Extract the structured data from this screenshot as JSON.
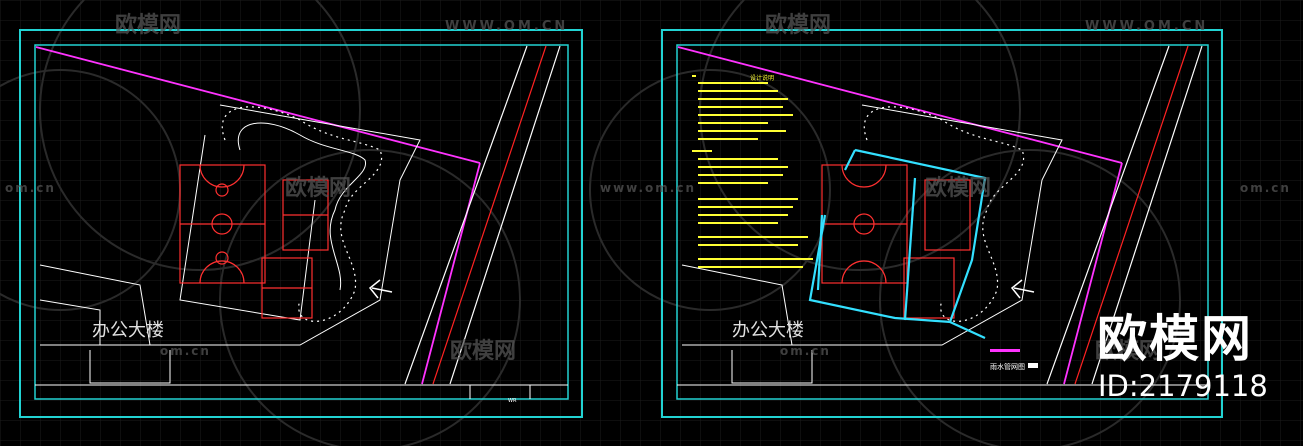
{
  "watermark": {
    "brand": "欧模网",
    "url": "WWW.OM.CN",
    "url_lower": "om.cn",
    "url_om": "www.om.cn"
  },
  "left_sheet": {
    "building_label": "办公大楼",
    "title_block": "WR"
  },
  "right_sheet": {
    "building_label": "办公大楼",
    "legend_label": "雨水管网图",
    "notes_title": "设计说明"
  },
  "brand_overlay": {
    "name": "欧模网",
    "id_text": "ID:2179118"
  },
  "colors": {
    "background": "#000000",
    "grid": "#1b1b1b",
    "frame": "#22d3d3",
    "boundary": "#ff33ff",
    "road_red": "#ff2222",
    "court": "#ff3030",
    "notes": "#ffff33",
    "pipe": "#33e0ff",
    "line": "#ffffff"
  }
}
